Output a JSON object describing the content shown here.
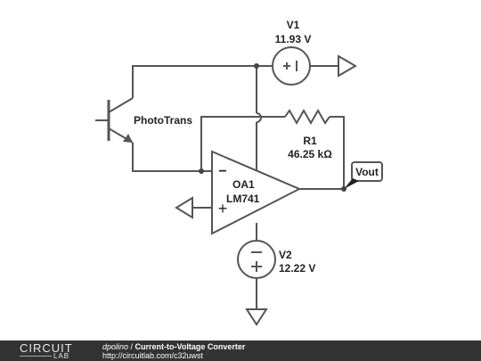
{
  "components": {
    "v1": {
      "name": "V1",
      "value": "11.93 V"
    },
    "phototrans": {
      "name": "PhotoTrans"
    },
    "r1": {
      "name": "R1",
      "value": "46.25 kΩ"
    },
    "oa1": {
      "name": "OA1",
      "model": "LM741",
      "minus": "−",
      "plus": "+"
    },
    "v2": {
      "name": "V2",
      "value": "12.22 V"
    },
    "vout": {
      "label": "Vout"
    }
  },
  "footer": {
    "logo_top": "CIRCUIT",
    "logo_bottom": "LAB",
    "author": "dpolino",
    "separator": " / ",
    "title": "Current-to-Voltage Converter",
    "url": "http://circuitlab.com/c32uwst"
  },
  "colors": {
    "wire": "#555555",
    "footer_bg": "#333333"
  }
}
